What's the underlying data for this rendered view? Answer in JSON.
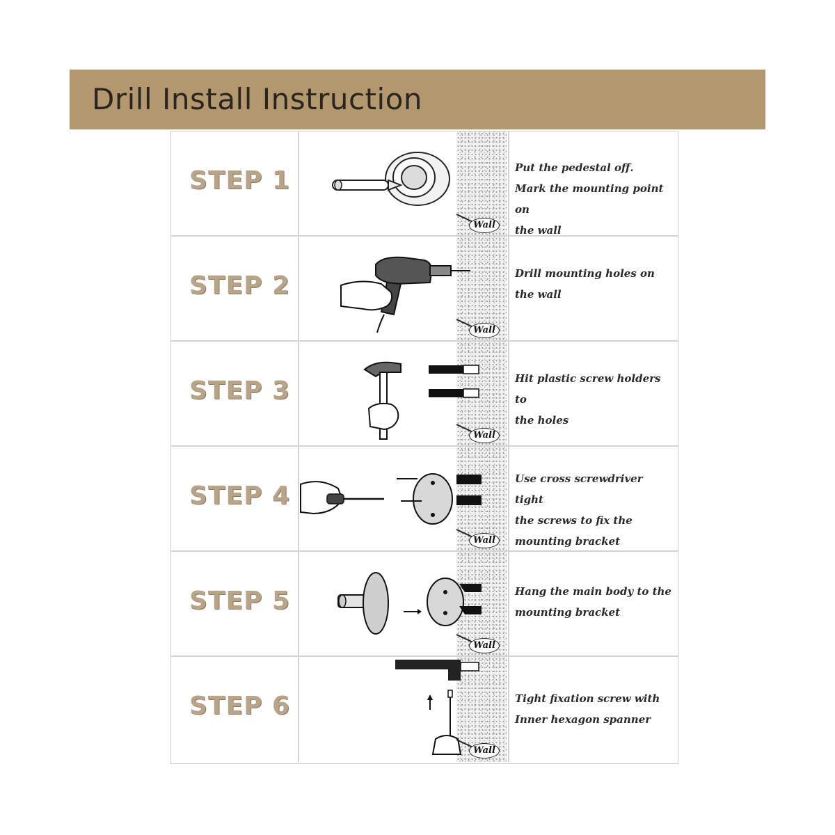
{
  "header": {
    "title": "Drill Install Instruction",
    "background_color": "#b2976f"
  },
  "wall_tag_label": "Wall",
  "steps": [
    {
      "label": "STEP 1",
      "text": "Put the pedestal off.\nMark the mounting point on\nthe wall",
      "illustration": "pencil-mark-icon"
    },
    {
      "label": "STEP 2",
      "text": "Drill mounting holes on\nthe wall",
      "illustration": "drill-icon"
    },
    {
      "label": "STEP 3",
      "text": "Hit plastic screw holders to\nthe holes",
      "illustration": "hammer-icon"
    },
    {
      "label": "STEP 4",
      "text": "Use cross screwdriver tight\nthe screws to fix the\nmounting bracket",
      "illustration": "screwdriver-icon"
    },
    {
      "label": "STEP 5",
      "text": "Hang the main body to the\nmounting bracket",
      "illustration": "hang-body-icon"
    },
    {
      "label": "STEP 6",
      "text": "Tight fixation screw with\nInner hexagon spanner",
      "illustration": "hex-spanner-icon"
    }
  ]
}
